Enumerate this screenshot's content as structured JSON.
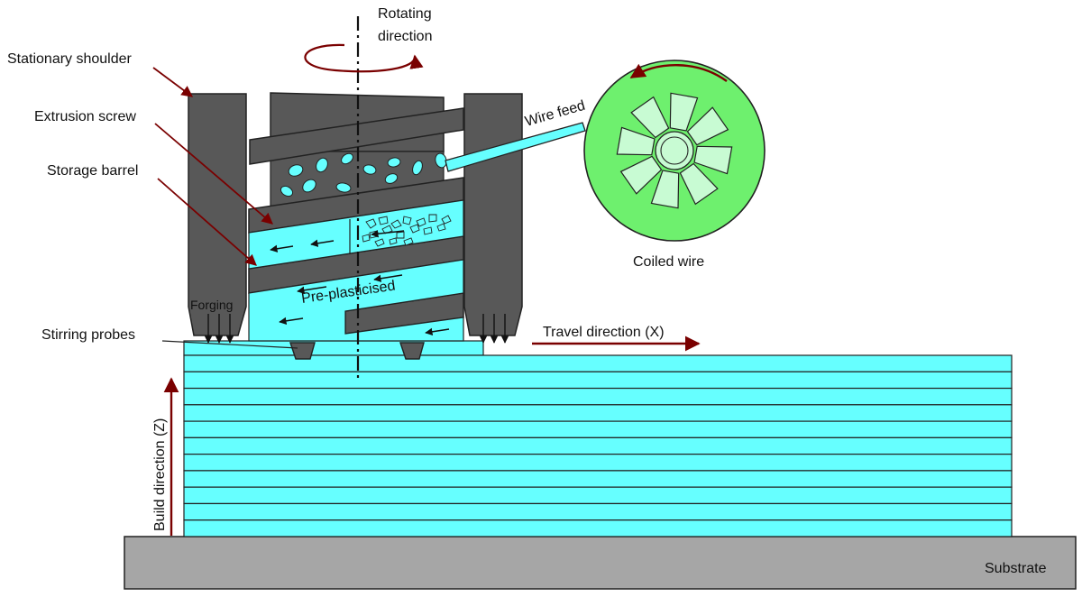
{
  "labels": {
    "stationary_shoulder": "Stationary shoulder",
    "extrusion_screw": "Extrusion screw",
    "storage_barrel": "Storage barrel",
    "stirring_probes": "Stirring probes",
    "rotating_line1": "Rotating",
    "rotating_line2": "direction",
    "wire_feed": "Wire feed",
    "coiled_wire": "Coiled wire",
    "forging": "Forging",
    "pre_plasticised": "Pre-plasticised",
    "travel_direction": "Travel direction (X)",
    "build_direction": "Build direction (Z)",
    "substrate": "Substrate"
  },
  "deposit": {
    "layer_count": 11
  },
  "colors": {
    "material": "#66ffff",
    "tool": "#585858",
    "arrow": "#7a0000",
    "coil": "#6ef06e",
    "substrate": "#a6a6a6",
    "outline": "#222222"
  }
}
